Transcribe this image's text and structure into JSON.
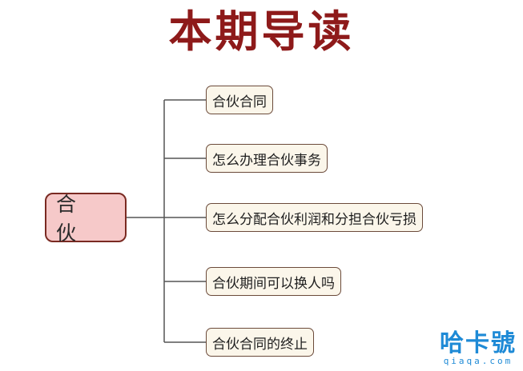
{
  "title": "本期导读",
  "root": {
    "label": "合 伙"
  },
  "branches": [
    {
      "label": "合伙合同"
    },
    {
      "label": "怎么办理合伙事务"
    },
    {
      "label": "怎么分配合伙利润和分担合伙亏损"
    },
    {
      "label": "合伙期间可以换人吗"
    },
    {
      "label": "合伙合同的终止"
    }
  ],
  "watermark": {
    "logo": "哈卡號",
    "site": "qiaqa.com"
  },
  "colors": {
    "title": "#8e1a1a",
    "root_fill": "#f6c9c9",
    "node_fill": "#fbf6ea",
    "line": "#555555",
    "watermark": "#1e8ad6"
  }
}
